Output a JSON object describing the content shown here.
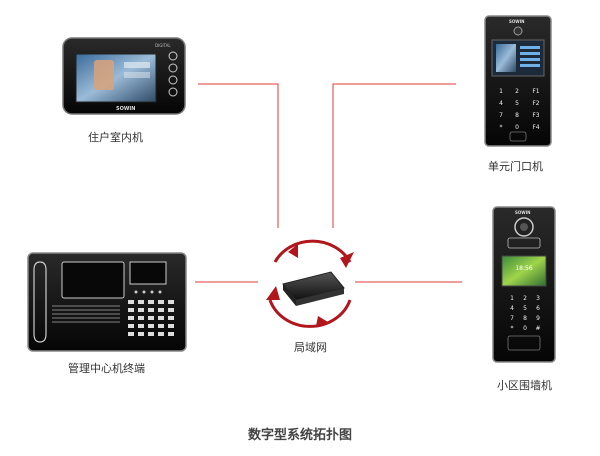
{
  "labels": {
    "indoor_unit": "住户室内机",
    "unit_door_station": "单元门口机",
    "management_center": "管理中心机终端",
    "lan": "局域网",
    "community_wall_station": "小区围墙机"
  },
  "brand": "SOWIN",
  "digital_mark": "DIGITAL",
  "door_station_display_time": "18:56",
  "caption": "数字型系统拓扑图",
  "keypad": {
    "door_station": [
      "1",
      "2",
      "F1",
      "4",
      "5",
      "F2",
      "7",
      "8",
      "F3",
      "*",
      "0",
      "F4"
    ],
    "wall_station": [
      "1",
      "2",
      "3",
      "4",
      "5",
      "6",
      "7",
      "8",
      "9",
      "*",
      "0",
      "#"
    ]
  },
  "colors": {
    "line": "#e03a3a",
    "device_body": "#111111",
    "arrow": "#b0161c"
  }
}
